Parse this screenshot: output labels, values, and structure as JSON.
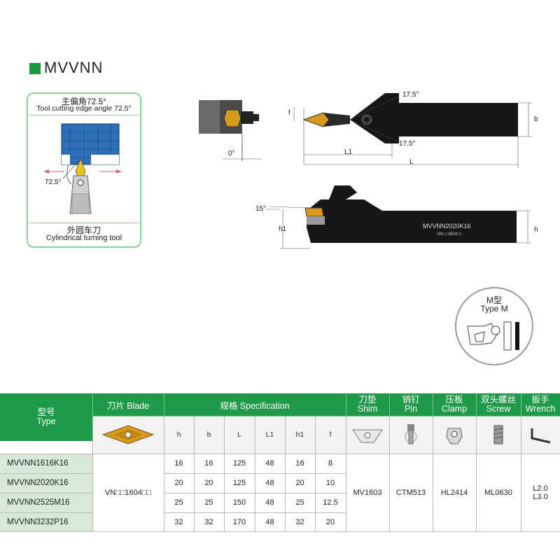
{
  "title": "MVVNN",
  "card": {
    "top_cn": "主偏角72.5°",
    "top_en": "Tool cutting edge angle 72.5°",
    "angle_label": "72.5°",
    "bottom_cn": "外圆车刀",
    "bottom_en": "Cylindrical turning tool"
  },
  "drawing": {
    "angle_top": "17.5°",
    "angle_bottom": "17.5°",
    "angle_zero": "0°",
    "f": "f",
    "b": "b",
    "L1": "L1",
    "L": "L",
    "angle_side": "15°",
    "h1": "h1",
    "h": "h",
    "holder_marking": "MVVNN2020K16",
    "holder_marking_small": "VN□□1604□□"
  },
  "type_m": {
    "cn": "M型",
    "en": "Type M"
  },
  "table": {
    "headers": {
      "type_cn": "型号",
      "type_en": "Type",
      "blade": "刀片 Blade",
      "spec": "规格 Specification",
      "shim_cn": "刀垫",
      "shim_en": "Shim",
      "pin_cn": "销钉",
      "pin_en": "Pin",
      "clamp_cn": "压板",
      "clamp_en": "Clamp",
      "screw_cn": "双头螺丝",
      "screw_en": "Screw",
      "wrench_cn": "扳手",
      "wrench_en": "Wrench"
    },
    "spec_columns": [
      "h",
      "b",
      "L",
      "L1",
      "h1",
      "f"
    ],
    "rows": [
      {
        "type": "MVVNN1616K16",
        "values": [
          "16",
          "16",
          "125",
          "48",
          "16",
          "8"
        ]
      },
      {
        "type": "MVVNN2020K16",
        "values": [
          "20",
          "20",
          "125",
          "48",
          "20",
          "10"
        ]
      },
      {
        "type": "MVVNN2525M16",
        "values": [
          "25",
          "25",
          "150",
          "48",
          "25",
          "12.5"
        ]
      },
      {
        "type": "MVVNN3232P16",
        "values": [
          "32",
          "32",
          "170",
          "48",
          "32",
          "20"
        ]
      }
    ],
    "blade_value": "VN□□1604□□",
    "shim_value": "MV1603",
    "pin_value": "CTM513",
    "clamp_value": "HL2414",
    "screw_value": "ML0630",
    "wrench_value_1": "L2.0",
    "wrench_value_2": "L3.0"
  },
  "colors": {
    "accent": "#1f9a48",
    "insert": "#d79a1c",
    "holder": "#1b1b1b",
    "workpiece": "#2f6fb8"
  }
}
